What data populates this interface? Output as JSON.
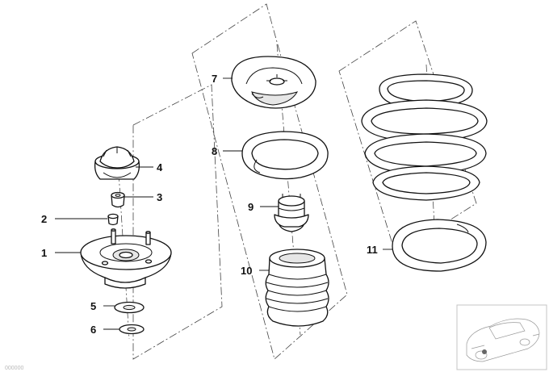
{
  "callouts": [
    {
      "id": "1",
      "label": "1"
    },
    {
      "id": "2",
      "label": "2"
    },
    {
      "id": "3",
      "label": "3"
    },
    {
      "id": "4",
      "label": "4"
    },
    {
      "id": "5",
      "label": "5"
    },
    {
      "id": "6",
      "label": "6"
    },
    {
      "id": "7",
      "label": "7"
    },
    {
      "id": "8",
      "label": "8"
    },
    {
      "id": "9",
      "label": "9"
    },
    {
      "id": "10",
      "label": "10"
    },
    {
      "id": "11",
      "label": "11"
    }
  ],
  "footer_text": "000000",
  "colors": {
    "line": "#111111",
    "background": "#ffffff",
    "thumbnail_line": "#999999"
  }
}
